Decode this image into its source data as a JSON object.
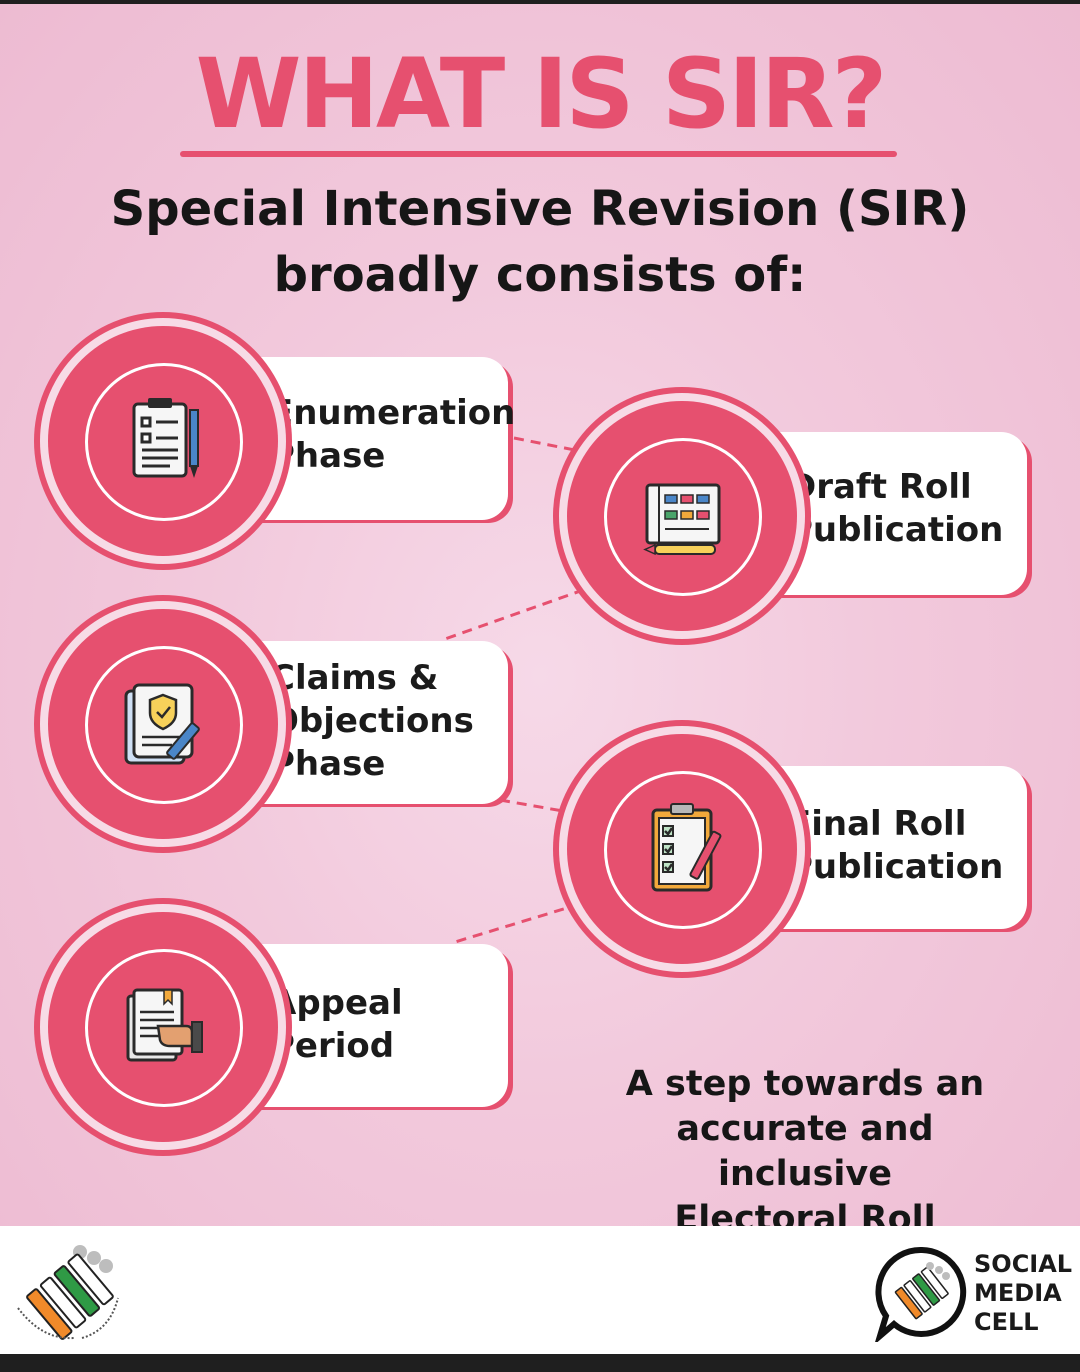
{
  "header": {
    "title": "WHAT IS SIR?",
    "subtitle_line1": "Special Intensive Revision (SIR)",
    "subtitle_line2": "broadly consists of:"
  },
  "steps": [
    {
      "line1": "Enumeration",
      "line2": "Phase",
      "line3": "",
      "icon": "clipboard-icon"
    },
    {
      "line1": "Draft Roll",
      "line2": "Publication",
      "line3": "",
      "icon": "roll-chart-icon"
    },
    {
      "line1": "Claims &",
      "line2": "Objections",
      "line3": "Phase",
      "icon": "shield-document-icon"
    },
    {
      "line1": "Final Roll",
      "line2": "Publication",
      "line3": "",
      "icon": "checklist-icon"
    },
    {
      "line1": "Appeal",
      "line2": "Period",
      "line3": "",
      "icon": "hand-document-icon"
    }
  ],
  "tagline": {
    "line1": "A step towards an",
    "line2": "accurate and inclusive",
    "line3": "Electoral Roll"
  },
  "footer": {
    "smc_line1": "SOCIAL",
    "smc_line2": "MEDIA",
    "smc_line3": "CELL"
  },
  "colors": {
    "accent": "#e6506f",
    "background": "#f2c9dc",
    "text": "#161616"
  }
}
